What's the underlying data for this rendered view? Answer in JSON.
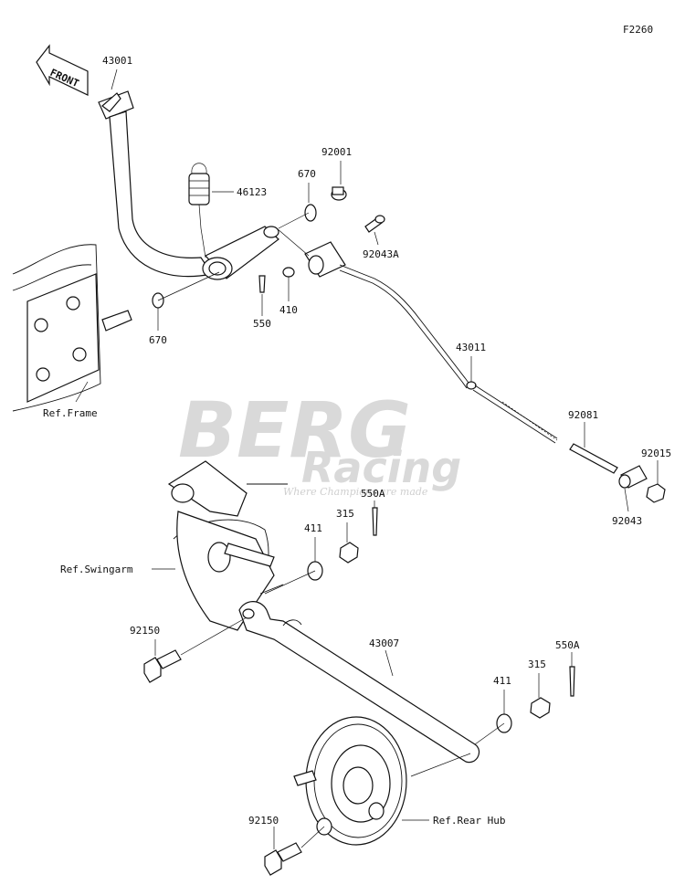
{
  "diagram_code": "F2260",
  "front_arrow": "FRONT",
  "watermark": {
    "brand": "BERG",
    "sub": "Racing",
    "tagline": "Where Champions are made"
  },
  "labels": {
    "p43001": "43001",
    "p46123": "46123",
    "p670a": "670",
    "p92001": "92001",
    "p92043a": "92043A",
    "p670b": "670",
    "p550": "550",
    "p410": "410",
    "p43011": "43011",
    "p92081": "92081",
    "p92015": "92015",
    "p92043": "92043",
    "ref_frame": "Ref.Frame",
    "p550a_1": "550A",
    "p315_1": "315",
    "p411_1": "411",
    "ref_swingarm": "Ref.Swingarm",
    "p92150_1": "92150",
    "p43007": "43007",
    "p550a_2": "550A",
    "p315_2": "315",
    "p411_2": "411",
    "ref_rearhub": "Ref.Rear Hub",
    "p92150_2": "92150"
  }
}
